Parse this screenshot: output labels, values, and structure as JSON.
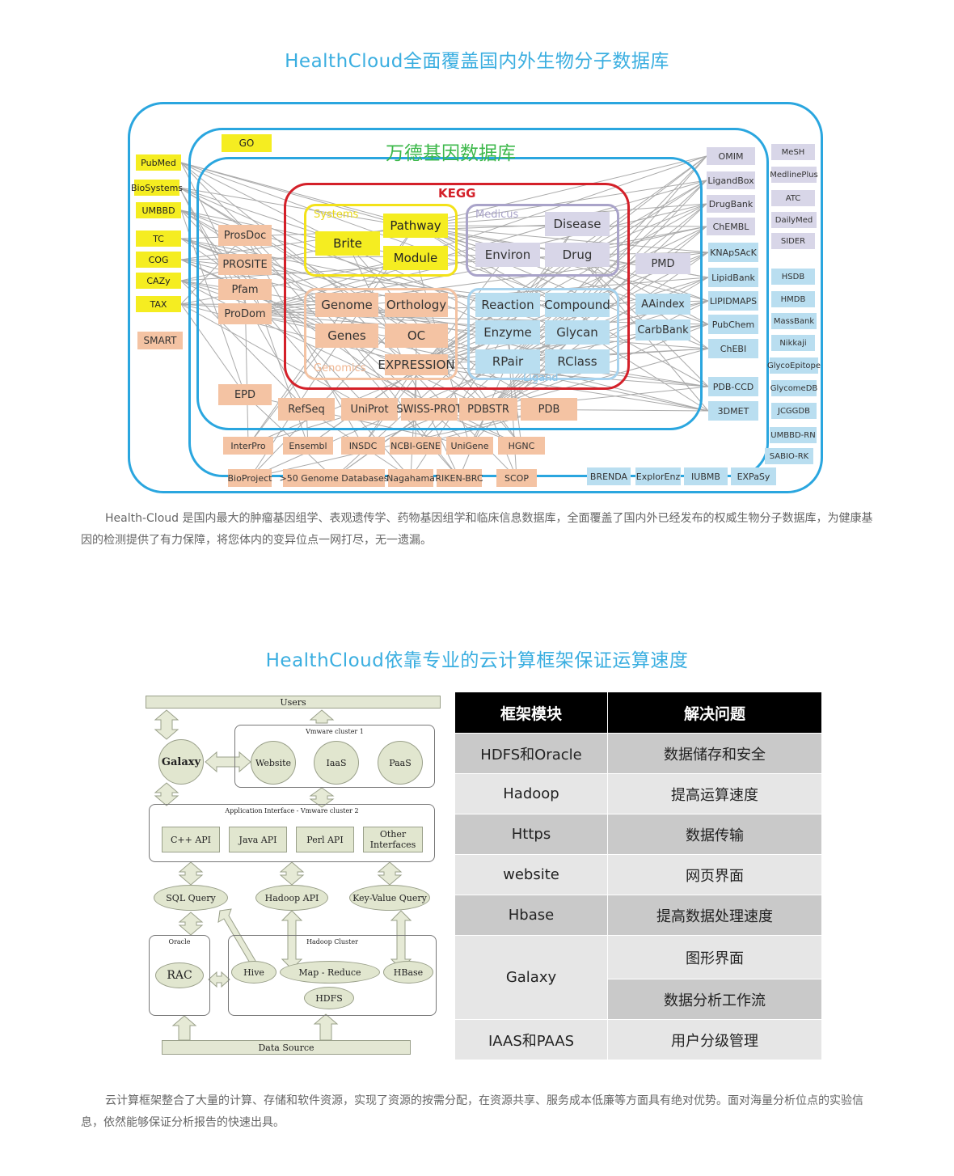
{
  "section1": {
    "title": "HealthCloud全面覆盖国内外生物分子数据库",
    "description": "Health-Cloud  是国内最大的肿瘤基因组学、表观遗传学、药物基因组学和临床信息数据库，全面覆盖了国内外已经发布的权威生物分子数据库，为健康基因的检测提供了有力保障，将您体内的变异位点一网打尽，无一遗漏。"
  },
  "db_diagram": {
    "title": "万德基因数据库",
    "kegg_label": "KEGG",
    "group_labels": {
      "systems": "Systems",
      "medicus": "Medicus",
      "genomics": "Genomics",
      "ligand": "Ligand"
    },
    "left_yellow": [
      "PubMed",
      "BioSystems",
      "UMBBD",
      "TC",
      "COG",
      "CAZy",
      "TAX"
    ],
    "smart": "SMART",
    "go": "GO",
    "left_mid": [
      "ProsDoc",
      "PROSITE",
      "Pfam",
      "ProDom",
      "EPD"
    ],
    "systems": [
      "Pathway",
      "Brite",
      "Module"
    ],
    "medicus": [
      "Disease",
      "Environ",
      "Drug"
    ],
    "genomics": [
      "Genome",
      "Orthology",
      "Genes",
      "OC",
      "EXPRESSION"
    ],
    "ligand": [
      "Reaction",
      "Compound",
      "Enzyme",
      "Glycan",
      "RPair",
      "RClass"
    ],
    "bottom_row1": [
      "RefSeq",
      "UniProt",
      "SWISS-PROT",
      "PDBSTR",
      "PDB"
    ],
    "bottom_row2": [
      "InterPro",
      "Ensembl",
      "INSDC",
      "NCBI-GENE",
      "UniGene",
      "HGNC"
    ],
    "bottom_row3": [
      "BioProject",
      ">50 Genome Databases",
      "Nagahama",
      "RIKEN-BRC",
      "SCOP"
    ],
    "bottom_blue": [
      "BRENDA",
      "ExplorEnz",
      "IUBMB",
      "EXPaSy"
    ],
    "right_purple": [
      "OMIM",
      "LigandBox",
      "DrugBank",
      "ChEMBL"
    ],
    "pmd": "PMD",
    "right_inner_blue": [
      "KNApSAcK",
      "LipidBank",
      "LIPIDMAPS",
      "PubChem",
      "ChEBI",
      "PDB-CCD",
      "3DMET"
    ],
    "mid_blue": [
      "AAindex",
      "CarbBank"
    ],
    "far_right_purple": [
      "MeSH",
      "MedlinePlus",
      "ATC",
      "DailyMed",
      "SIDER"
    ],
    "far_right_blue": [
      "HSDB",
      "HMDB",
      "MassBank",
      "Nikkaji",
      "GlycoEpitope",
      "GlycomeDB",
      "JCGGDB",
      "UMBBD-RN",
      "SABIO-RK"
    ]
  },
  "section2": {
    "title": "HealthCloud依靠专业的云计算框架保证运算速度",
    "description": "云计算框架整合了大量的计算、存储和软件资源，实现了资源的按需分配，在资源共享、服务成本低廉等方面具有绝对优势。面对海量分析位点的实验信息，依然能够保证分析报告的快速出具。"
  },
  "arch": {
    "users": "Users",
    "cluster1": "Vmware cluster 1",
    "galaxy": "Galaxy",
    "website": "Website",
    "iaas": "IaaS",
    "paas": "PaaS",
    "app_interface": "Application Interface - Vmware cluster 2",
    "apis": [
      "C++ API",
      "Java API",
      "Perl API",
      "Other Interfaces"
    ],
    "queries": [
      "SQL Query",
      "Hadoop API",
      "Key-Value Query"
    ],
    "oracle": "Oracle",
    "rac": "RAC",
    "hadoop_cluster": "Hadoop Cluster",
    "hive": "Hive",
    "mapreduce": "Map - Reduce",
    "hbase": "HBase",
    "hdfs": "HDFS",
    "data_source": "Data Source"
  },
  "table": {
    "headers": [
      "框架模块",
      "解决问题"
    ],
    "rows": [
      [
        "HDFS和Oracle",
        "数据储存和安全"
      ],
      [
        "Hadoop",
        "提高运算速度"
      ],
      [
        "Https",
        "数据传输"
      ],
      [
        "website",
        "网页界面"
      ],
      [
        "Hbase",
        "提高数据处理速度"
      ]
    ],
    "galaxy": {
      "module": "Galaxy",
      "problems": [
        "图形界面",
        "数据分析工作流"
      ]
    },
    "last": [
      "IAAS和PAAS",
      "用户分级管理"
    ]
  }
}
